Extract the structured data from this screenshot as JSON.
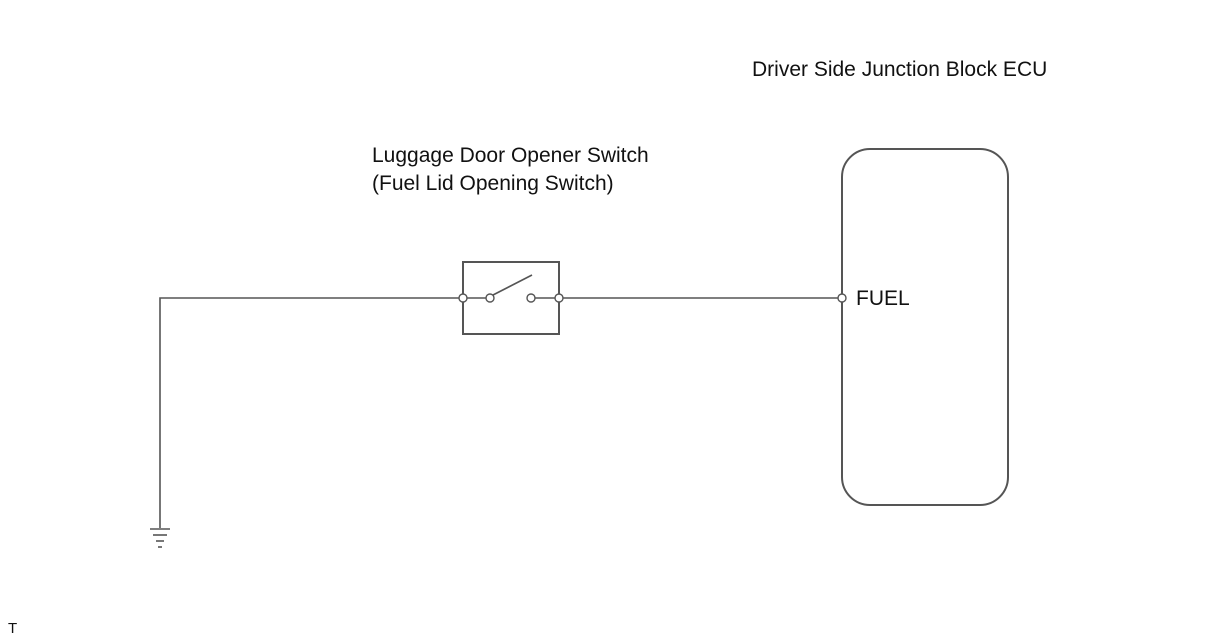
{
  "ecu": {
    "title": "Driver Side Junction Block ECU",
    "pin": "FUEL"
  },
  "switch": {
    "title": "Luggage Door Opener Switch",
    "subtitle": "(Fuel Lid Opening Switch)"
  },
  "footer": {
    "mark": "T"
  },
  "colors": {
    "line": "#555555",
    "text": "#111111",
    "background": "#ffffff"
  },
  "icons": {
    "ground": "ground-symbol-icon",
    "switch": "open-switch-icon"
  }
}
